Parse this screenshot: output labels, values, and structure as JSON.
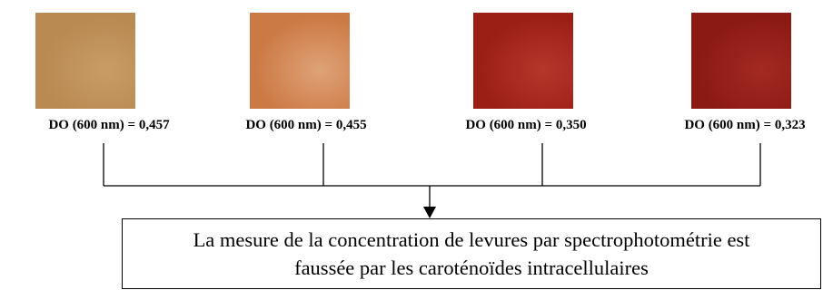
{
  "samples": [
    {
      "od_label": "DO (600 nm) = 0,457",
      "color": "#b98a52",
      "color_light": "#c99c66"
    },
    {
      "od_label": "DO (600 nm) = 0,455",
      "color": "#cc7a45",
      "color_light": "#dfa277"
    },
    {
      "od_label": "DO (600 nm) = 0,350",
      "color": "#9c1f16",
      "color_light": "#b5362b"
    },
    {
      "od_label": "DO (600 nm) = 0,323",
      "color": "#8b1a14",
      "color_light": "#a32a22"
    }
  ],
  "conclusion": {
    "line1": "La mesure de la concentration de levures par spectrophotométrie est",
    "line2": "faussée par les caroténoïdes intracellulaires"
  }
}
